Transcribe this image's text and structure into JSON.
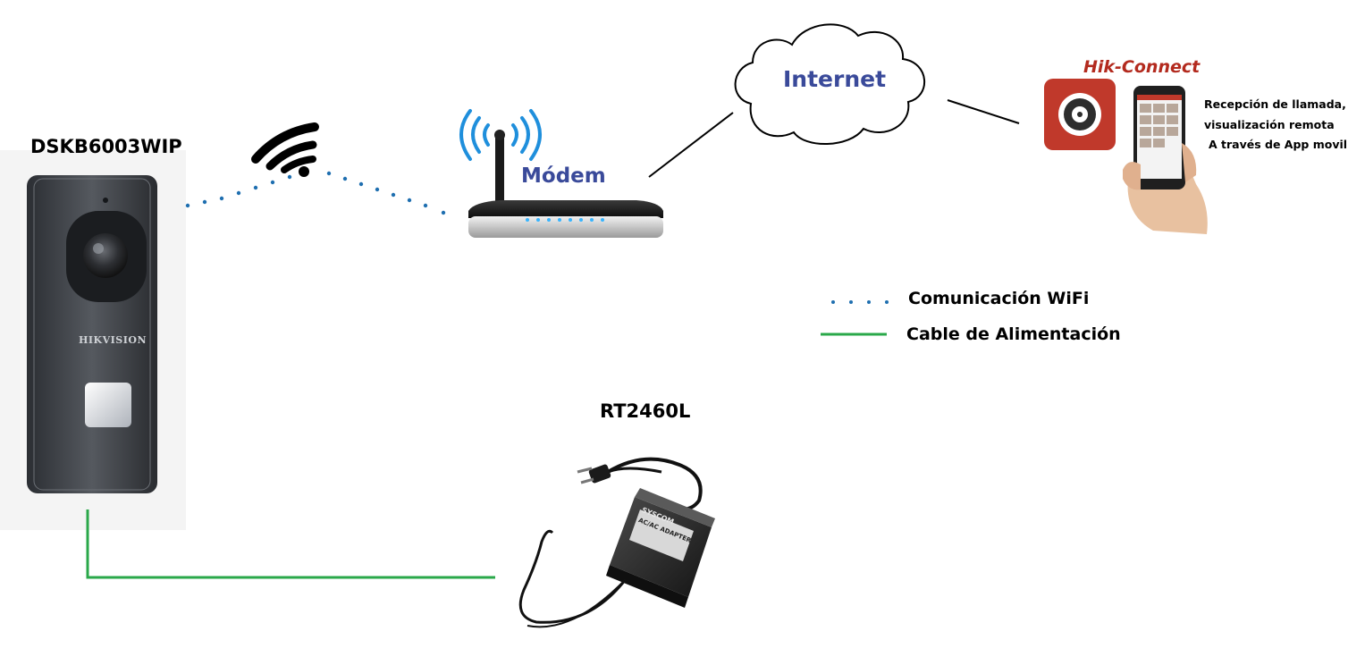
{
  "doorbell": {
    "label": "DSKB6003WIP",
    "brand": "HIKVISION"
  },
  "modem": {
    "label": "Módem"
  },
  "internet": {
    "label": "Internet"
  },
  "app": {
    "name": "Hik-Connect",
    "description_lines": [
      "Recepción de llamada,",
      "visualización remota",
      "A través de App movil."
    ]
  },
  "adapter": {
    "label": "RT2460L",
    "brand": "SYSCOM",
    "plate": "AC/AC ADAPTER"
  },
  "legend": {
    "wifi": "Comunicación WiFi",
    "power": "Cable de Alimentación"
  },
  "colors": {
    "wifi_dots": "#1f6fb0",
    "power_cable": "#2aa84a",
    "modem_text": "#3a4a9a",
    "app_red": "#c0392b",
    "app_title": "#b32a1e"
  }
}
